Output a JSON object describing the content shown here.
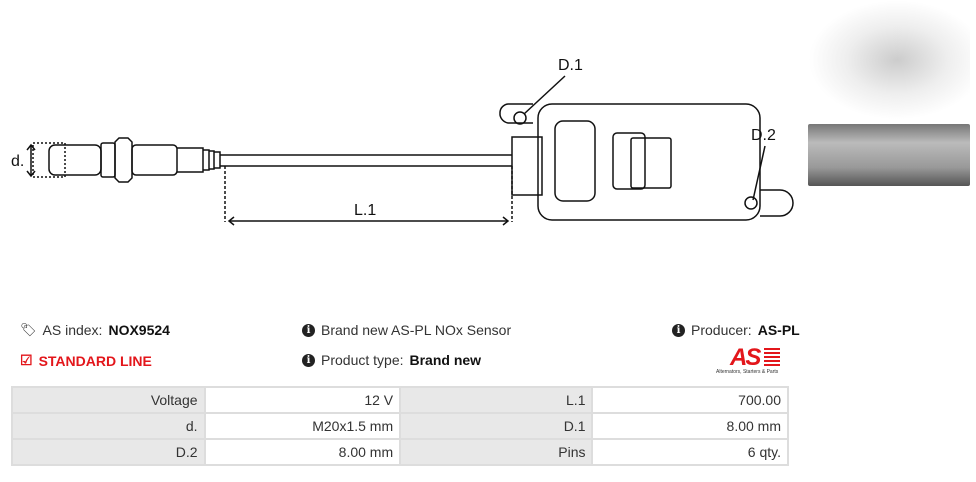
{
  "diagram": {
    "labels": {
      "d": "d.",
      "l1": "L.1",
      "d1": "D.1",
      "d2": "D.2"
    }
  },
  "info": {
    "as_index_label": "AS index:",
    "as_index_value": "NOX9524",
    "standard_line": "STANDARD LINE",
    "description": "Brand new AS-PL NOx Sensor",
    "product_type_label": "Product type:",
    "product_type_value": "Brand new",
    "producer_label": "Producer:",
    "producer_value": "AS-PL"
  },
  "logo": {
    "text": "AS",
    "tagline": "Alternators, Starters & Parts",
    "color": "#e3161b"
  },
  "specs": [
    [
      {
        "k": "Voltage",
        "v": "12 V"
      },
      {
        "k": "L.1",
        "v": "700.00"
      }
    ],
    [
      {
        "k": "d.",
        "v": "M20x1.5 mm"
      },
      {
        "k": "D.1",
        "v": "8.00 mm"
      }
    ],
    [
      {
        "k": "D.2",
        "v": "8.00 mm"
      },
      {
        "k": "Pins",
        "v": "6 qty."
      }
    ]
  ]
}
